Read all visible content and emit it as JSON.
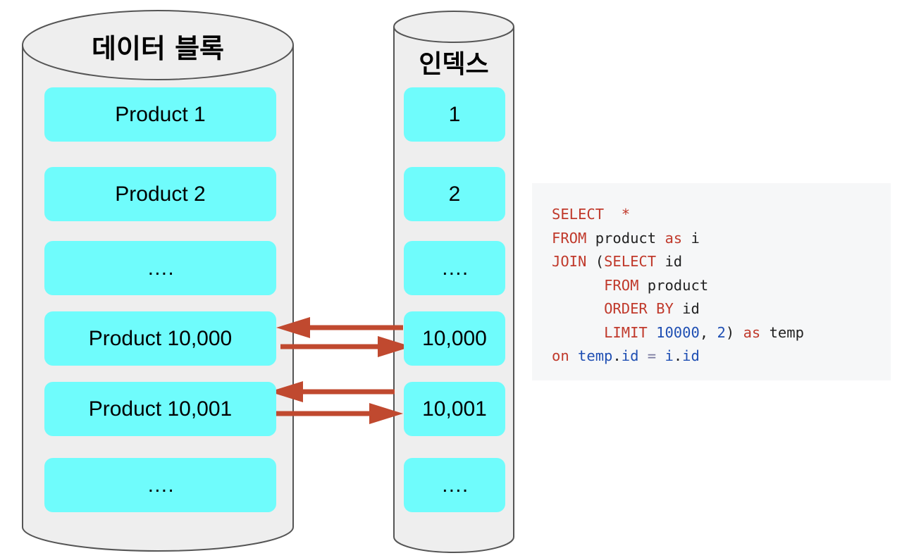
{
  "colors": {
    "block_fill": "#6ffcfc",
    "cylinder_fill": "#eeeeee",
    "arrow": "#c0492f",
    "keyword": "#c0392b",
    "number": "#1f4fb3"
  },
  "data_cylinder": {
    "title": "데이터 블록",
    "blocks": [
      "Product 1",
      "Product 2",
      "….",
      "Product 10,000",
      "Product 10,001",
      "…."
    ]
  },
  "index_cylinder": {
    "title": "인덱스",
    "blocks": [
      "1",
      "2",
      "….",
      "10,000",
      "10,001",
      "…."
    ]
  },
  "code": {
    "select": "SELECT",
    "star": "*",
    "from": "FROM",
    "product": "product",
    "as": "as",
    "i": "i",
    "join": "JOIN",
    "open_paren": "(",
    "id": "id",
    "order_by": "ORDER BY",
    "limit": "LIMIT",
    "limit_offset": "10000",
    "comma": ",",
    "limit_count": "2",
    "close_paren": ")",
    "temp": "temp",
    "on": "on",
    "temp_ref": "temp",
    "dot": ".",
    "eq": "=",
    "i_ref": "i",
    "id_ref": "id"
  }
}
